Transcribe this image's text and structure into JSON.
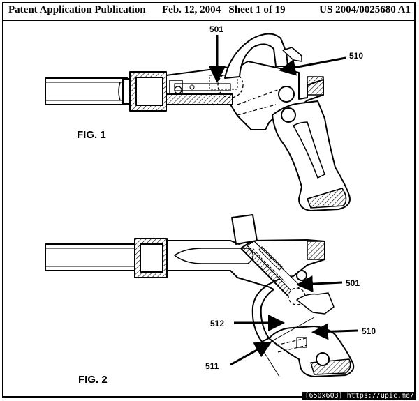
{
  "header": {
    "publication": "Patent Application Publication",
    "date_sheet": "Feb. 12, 2004   Sheet 1 of 19",
    "number": "US 2004/0025680 A1"
  },
  "figures": [
    {
      "label": "FIG. 1",
      "refs": [
        "501",
        "510"
      ]
    },
    {
      "label": "FIG. 2",
      "refs": [
        "501",
        "512",
        "510",
        "511"
      ]
    }
  ],
  "watermark": "[650x603] https://upic.me/"
}
